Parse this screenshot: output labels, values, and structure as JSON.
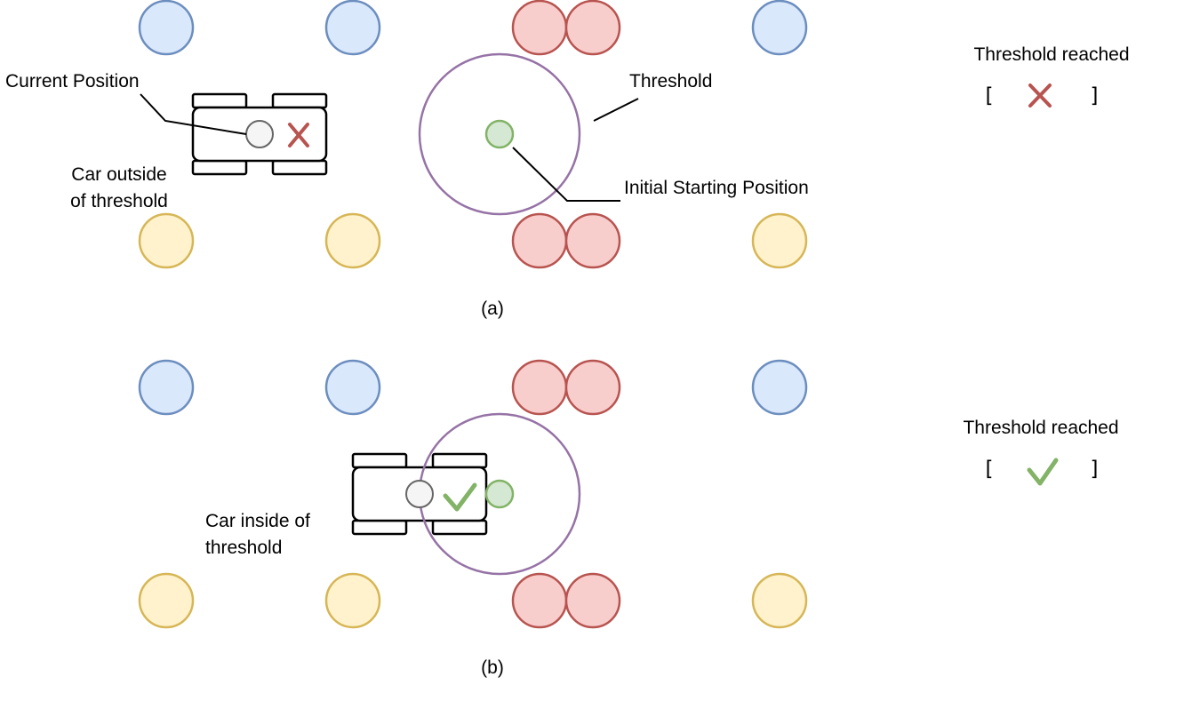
{
  "colors": {
    "blue_fill": "#dae8fc",
    "blue_stroke": "#6c8ebf",
    "yellow_fill": "#fff2cc",
    "yellow_stroke": "#d6b656",
    "red_fill": "#f8cecc",
    "red_stroke": "#b85450",
    "green_fill": "#d5e8d4",
    "green_stroke": "#82b366",
    "threshold_stroke": "#9673a6",
    "car_stroke": "#000000",
    "sensor_fill": "#f5f5f5",
    "sensor_stroke": "#666666",
    "cross": "#b85450",
    "check": "#82b366"
  },
  "icons": {
    "cross": "cross-icon",
    "check": "check-icon"
  },
  "panel_a": {
    "caption": "(a)",
    "current_position_label": "Current Position",
    "threshold_label": "Threshold",
    "initial_position_label": "Initial Starting Position",
    "car_status_line1": "Car outside",
    "car_status_line2": "of threshold",
    "status_title": "Threshold reached",
    "bracket_open": "[",
    "bracket_close": "]",
    "threshold_reached": false
  },
  "panel_b": {
    "caption": "(b)",
    "car_status_line1": "Car inside of",
    "car_status_line2": "threshold",
    "status_title": "Threshold reached",
    "bracket_open": "[",
    "bracket_close": "]",
    "threshold_reached": true
  }
}
